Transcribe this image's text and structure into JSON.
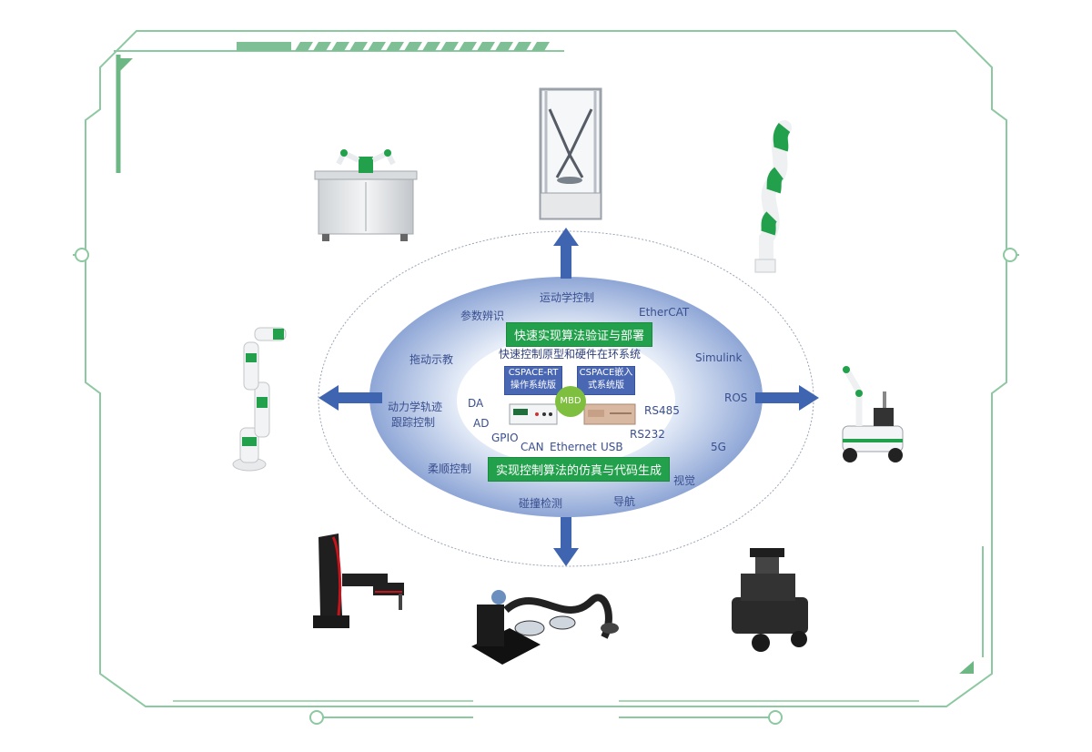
{
  "outer_ring": [
    {
      "text": "运动学控制"
    },
    {
      "text": "EtherCAT"
    },
    {
      "text": "参数辨识"
    },
    {
      "text": "Simulink"
    },
    {
      "text": "拖动示教"
    },
    {
      "text": "ROS"
    },
    {
      "text": "动力学轨迹"
    },
    {
      "text": "跟踪控制"
    },
    {
      "text": "5G"
    },
    {
      "text": "柔顺控制"
    },
    {
      "text": "视觉"
    },
    {
      "text": "碰撞检测"
    },
    {
      "text": "导航"
    }
  ],
  "inner_ring": [
    {
      "text": "DA"
    },
    {
      "text": "AD"
    },
    {
      "text": "GPIO"
    },
    {
      "text": "CAN"
    },
    {
      "text": "Ethernet"
    },
    {
      "text": "USB"
    },
    {
      "text": "RS485"
    },
    {
      "text": "RS232"
    }
  ],
  "banners": {
    "top": "快速实现算法验证与部署",
    "bottom": "实现控制算法的仿真与代码生成"
  },
  "subtitle": "快速控制原型和硬件在环系统",
  "boxes": {
    "left_line1": "CSPACE-RT",
    "left_line2": "操作系统版",
    "right_line1": "CSPACE嵌入",
    "right_line2": "式系统版"
  },
  "mbd": "MBD",
  "colors": {
    "frame": "#7fbf95",
    "frame_accent": "#5aa873",
    "ellipse_blue": "#8fa8d8",
    "arrow": "#3f64b0",
    "banner_green": "#22a04b",
    "box_blue": "#4a67b4"
  },
  "devices": [
    {
      "icon": "dual-arm-robot-cabinet-icon"
    },
    {
      "icon": "parallel-robot-frame-icon"
    },
    {
      "icon": "snake-arm-robot-icon"
    },
    {
      "icon": "collaborative-robot-arm-icon"
    },
    {
      "icon": "mobile-manipulator-robot-icon"
    },
    {
      "icon": "scara-robot-icon"
    },
    {
      "icon": "planar-arm-robot-icon"
    },
    {
      "icon": "mobile-robot-platform-icon"
    }
  ]
}
